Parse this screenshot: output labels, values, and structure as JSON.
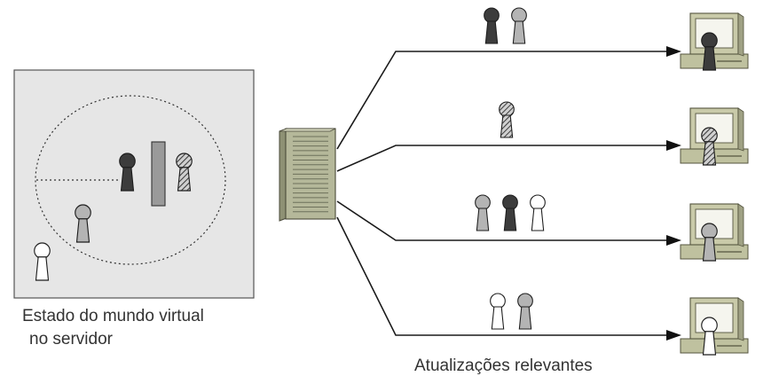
{
  "captions": {
    "world_state_line1": "Estado do mundo virtual",
    "world_state_line2": "no servidor",
    "updates": "Atualizações relevantes"
  },
  "colors": {
    "panel_fill": "#e6e6e6",
    "dark_avatar": "#3c3c3c",
    "gray_avatar": "#b4b4b4",
    "light_avatar": "#ffffff",
    "hatched_avatar": "#8a8a8a",
    "wall": "#9a9a9a",
    "server_body": "#b5b89a",
    "computer_body": "#c9caa9"
  },
  "icons": {
    "server": "server-icon",
    "computer": "desktop-computer-icon",
    "avatar": "pawn-avatar-icon"
  },
  "world": {
    "avatars": [
      "dark",
      "hatched",
      "gray",
      "light"
    ],
    "has_wall": true,
    "has_area_of_interest": true
  },
  "clients": [
    {
      "avatar": "dark",
      "updates": [
        "dark",
        "gray"
      ]
    },
    {
      "avatar": "hatched",
      "updates": [
        "hatched"
      ]
    },
    {
      "avatar": "gray",
      "updates": [
        "gray",
        "dark",
        "light"
      ]
    },
    {
      "avatar": "light",
      "updates": [
        "light",
        "gray"
      ]
    }
  ]
}
